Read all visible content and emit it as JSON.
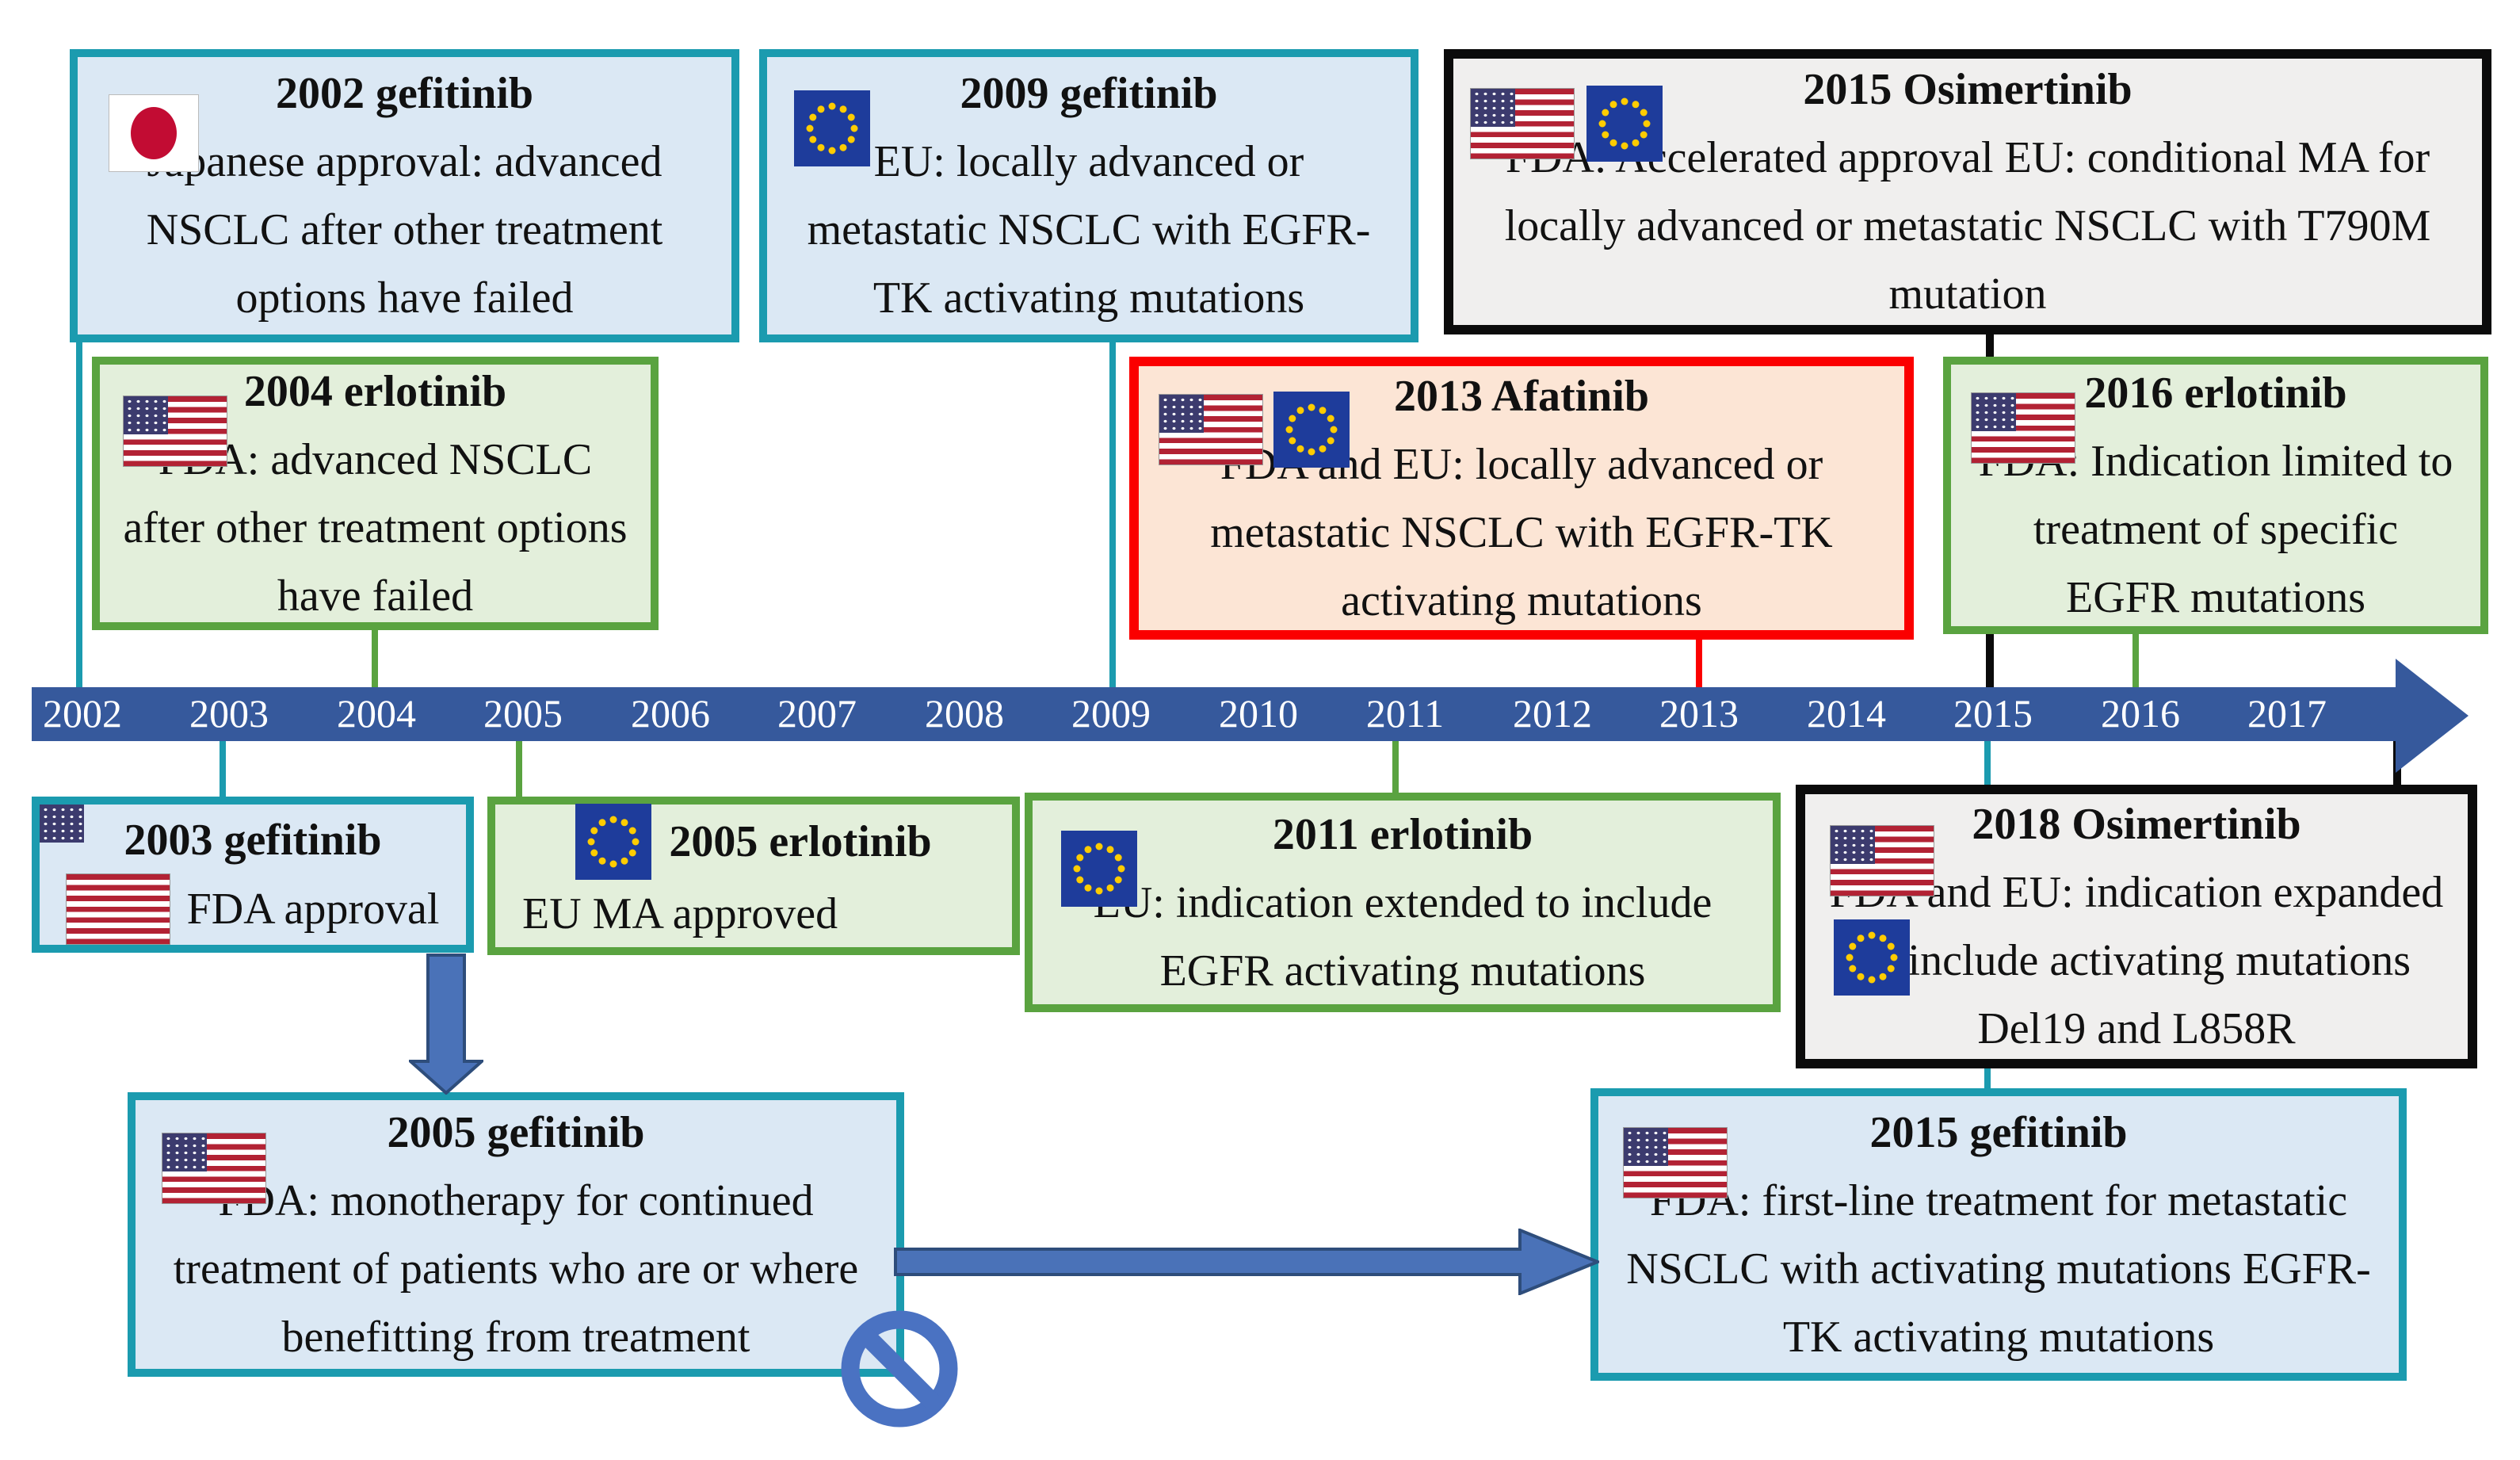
{
  "timeline": {
    "years": [
      "2002",
      "2003",
      "2004",
      "2005",
      "2006",
      "2007",
      "2008",
      "2009",
      "2010",
      "2011",
      "2012",
      "2013",
      "2014",
      "2015",
      "2016",
      "2017"
    ],
    "bar_color": "#36599c"
  },
  "boxes": [
    {
      "id": "2002-gefitinib",
      "title": "2002 gefitinib",
      "body": "Japanese approval: advanced NSCLC after other treatment options have failed",
      "flags": [
        "japan-flag"
      ]
    },
    {
      "id": "2009-gefitinib",
      "title": "2009 gefitinib",
      "body": "EU: locally advanced or metastatic NSCLC with EGFR-TK activating mutations",
      "flags": [
        "eu-flag"
      ]
    },
    {
      "id": "2015-osimertinib",
      "title": "2015 Osimertinib",
      "body": "FDA: Accelerated approval EU: conditional MA for locally advanced or metastatic NSCLC with T790M mutation",
      "flags": [
        "us-flag",
        "eu-flag"
      ]
    },
    {
      "id": "2004-erlotinib",
      "title": "2004 erlotinib",
      "body": "FDA: advanced NSCLC after other treatment options have failed",
      "flags": [
        "us-flag"
      ]
    },
    {
      "id": "2013-afatinib",
      "title": "2013 Afatinib",
      "body": "FDA and EU: locally advanced or metastatic NSCLC with EGFR-TK activating mutations",
      "flags": [
        "us-flag",
        "eu-flag"
      ]
    },
    {
      "id": "2016-erlotinib",
      "title": "2016 erlotinib",
      "body": "FDA: Indication limited to treatment of specific EGFR mutations",
      "flags": [
        "us-flag"
      ]
    },
    {
      "id": "2003-gefitinib",
      "title": "2003 gefitinib",
      "body": "FDA approval",
      "flags": [
        "us-flag"
      ]
    },
    {
      "id": "2005-erlotinib",
      "title": "2005 erlotinib",
      "body": "EU MA approved",
      "flags": [
        "eu-flag"
      ]
    },
    {
      "id": "2011-erlotinib",
      "title": "2011 erlotinib",
      "body": "EU: indication extended to include EGFR activating mutations",
      "flags": [
        "eu-flag"
      ]
    },
    {
      "id": "2018-osimertinib",
      "title": "2018 Osimertinib",
      "body": "FDA and EU: indication expanded to include activating mutations Del19 and L858R",
      "flags": [
        "us-flag",
        "eu-flag"
      ]
    },
    {
      "id": "2005-gefitinib",
      "title": "2005 gefitinib",
      "body": "FDA: monotherapy for continued treatment of patients who are or where benefitting from treatment",
      "flags": [
        "us-flag"
      ]
    },
    {
      "id": "2015-gefitinib",
      "title": "2015 gefitinib",
      "body": "FDA: first-line treatment for metastatic NSCLC with activating mutations EGFR-TK activating mutations",
      "flags": [
        "us-flag"
      ]
    }
  ],
  "colors": {
    "timeline_bar": "#36599c",
    "box_blue_fill": "#dbe8f4",
    "box_blue_border": "#1b9baf",
    "box_green_fill": "#e3efdb",
    "box_green_border": "#5aa340",
    "box_orange_fill": "#fce5d5",
    "box_orange_border": "#fb0000",
    "box_grey_fill": "#f0efee",
    "box_grey_border": "#0b0b0b",
    "flow_arrow_blue": "#4a72b8"
  }
}
